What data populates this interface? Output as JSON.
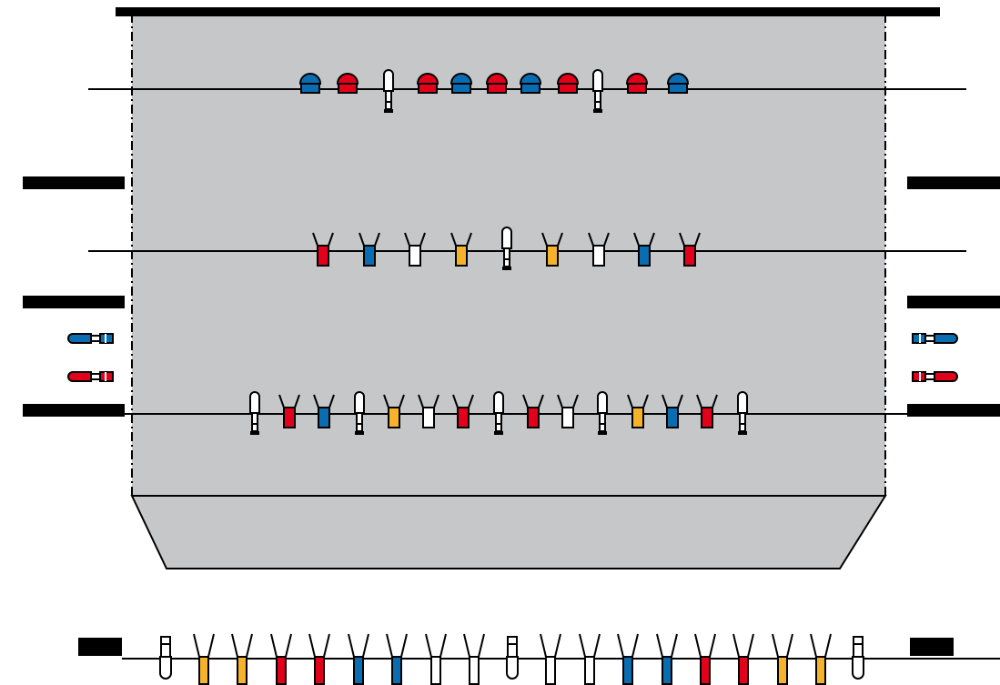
{
  "colors": {
    "red": "#e2001a",
    "blue": "#0a6db2",
    "yellow": "#f7b22b",
    "white": "#ffffff",
    "grey": "#c6c7c9",
    "black": "#000000"
  },
  "rows": {
    "top": [
      "blue-dome",
      "red-dome",
      "plug",
      "red-dome",
      "blue-dome",
      "red-dome",
      "blue-dome",
      "red-dome",
      "plug",
      "red-dome",
      "blue-dome"
    ],
    "middle": [
      "red-fork",
      "blue-fork",
      "white-fork",
      "yellow-fork",
      "plug",
      "yellow-fork",
      "white-fork",
      "blue-fork",
      "red-fork"
    ],
    "lower": [
      "plug",
      "red-fork",
      "blue-fork",
      "plug",
      "yellow-fork",
      "white-fork",
      "red-fork",
      "plug",
      "red-fork",
      "white-fork",
      "plug",
      "yellow-fork",
      "blue-fork",
      "red-fork",
      "plug"
    ],
    "bottom": [
      "plug",
      "yellow-fork",
      "yellow-fork",
      "red-fork",
      "red-fork",
      "blue-fork",
      "blue-fork",
      "white-fork",
      "white-fork",
      "plug",
      "white-fork",
      "white-fork",
      "blue-fork",
      "blue-fork",
      "red-fork",
      "red-fork",
      "yellow-fork",
      "yellow-fork",
      "plug"
    ]
  },
  "side_connectors": {
    "left": [
      "blue",
      "red"
    ],
    "right": [
      "blue",
      "red"
    ]
  }
}
